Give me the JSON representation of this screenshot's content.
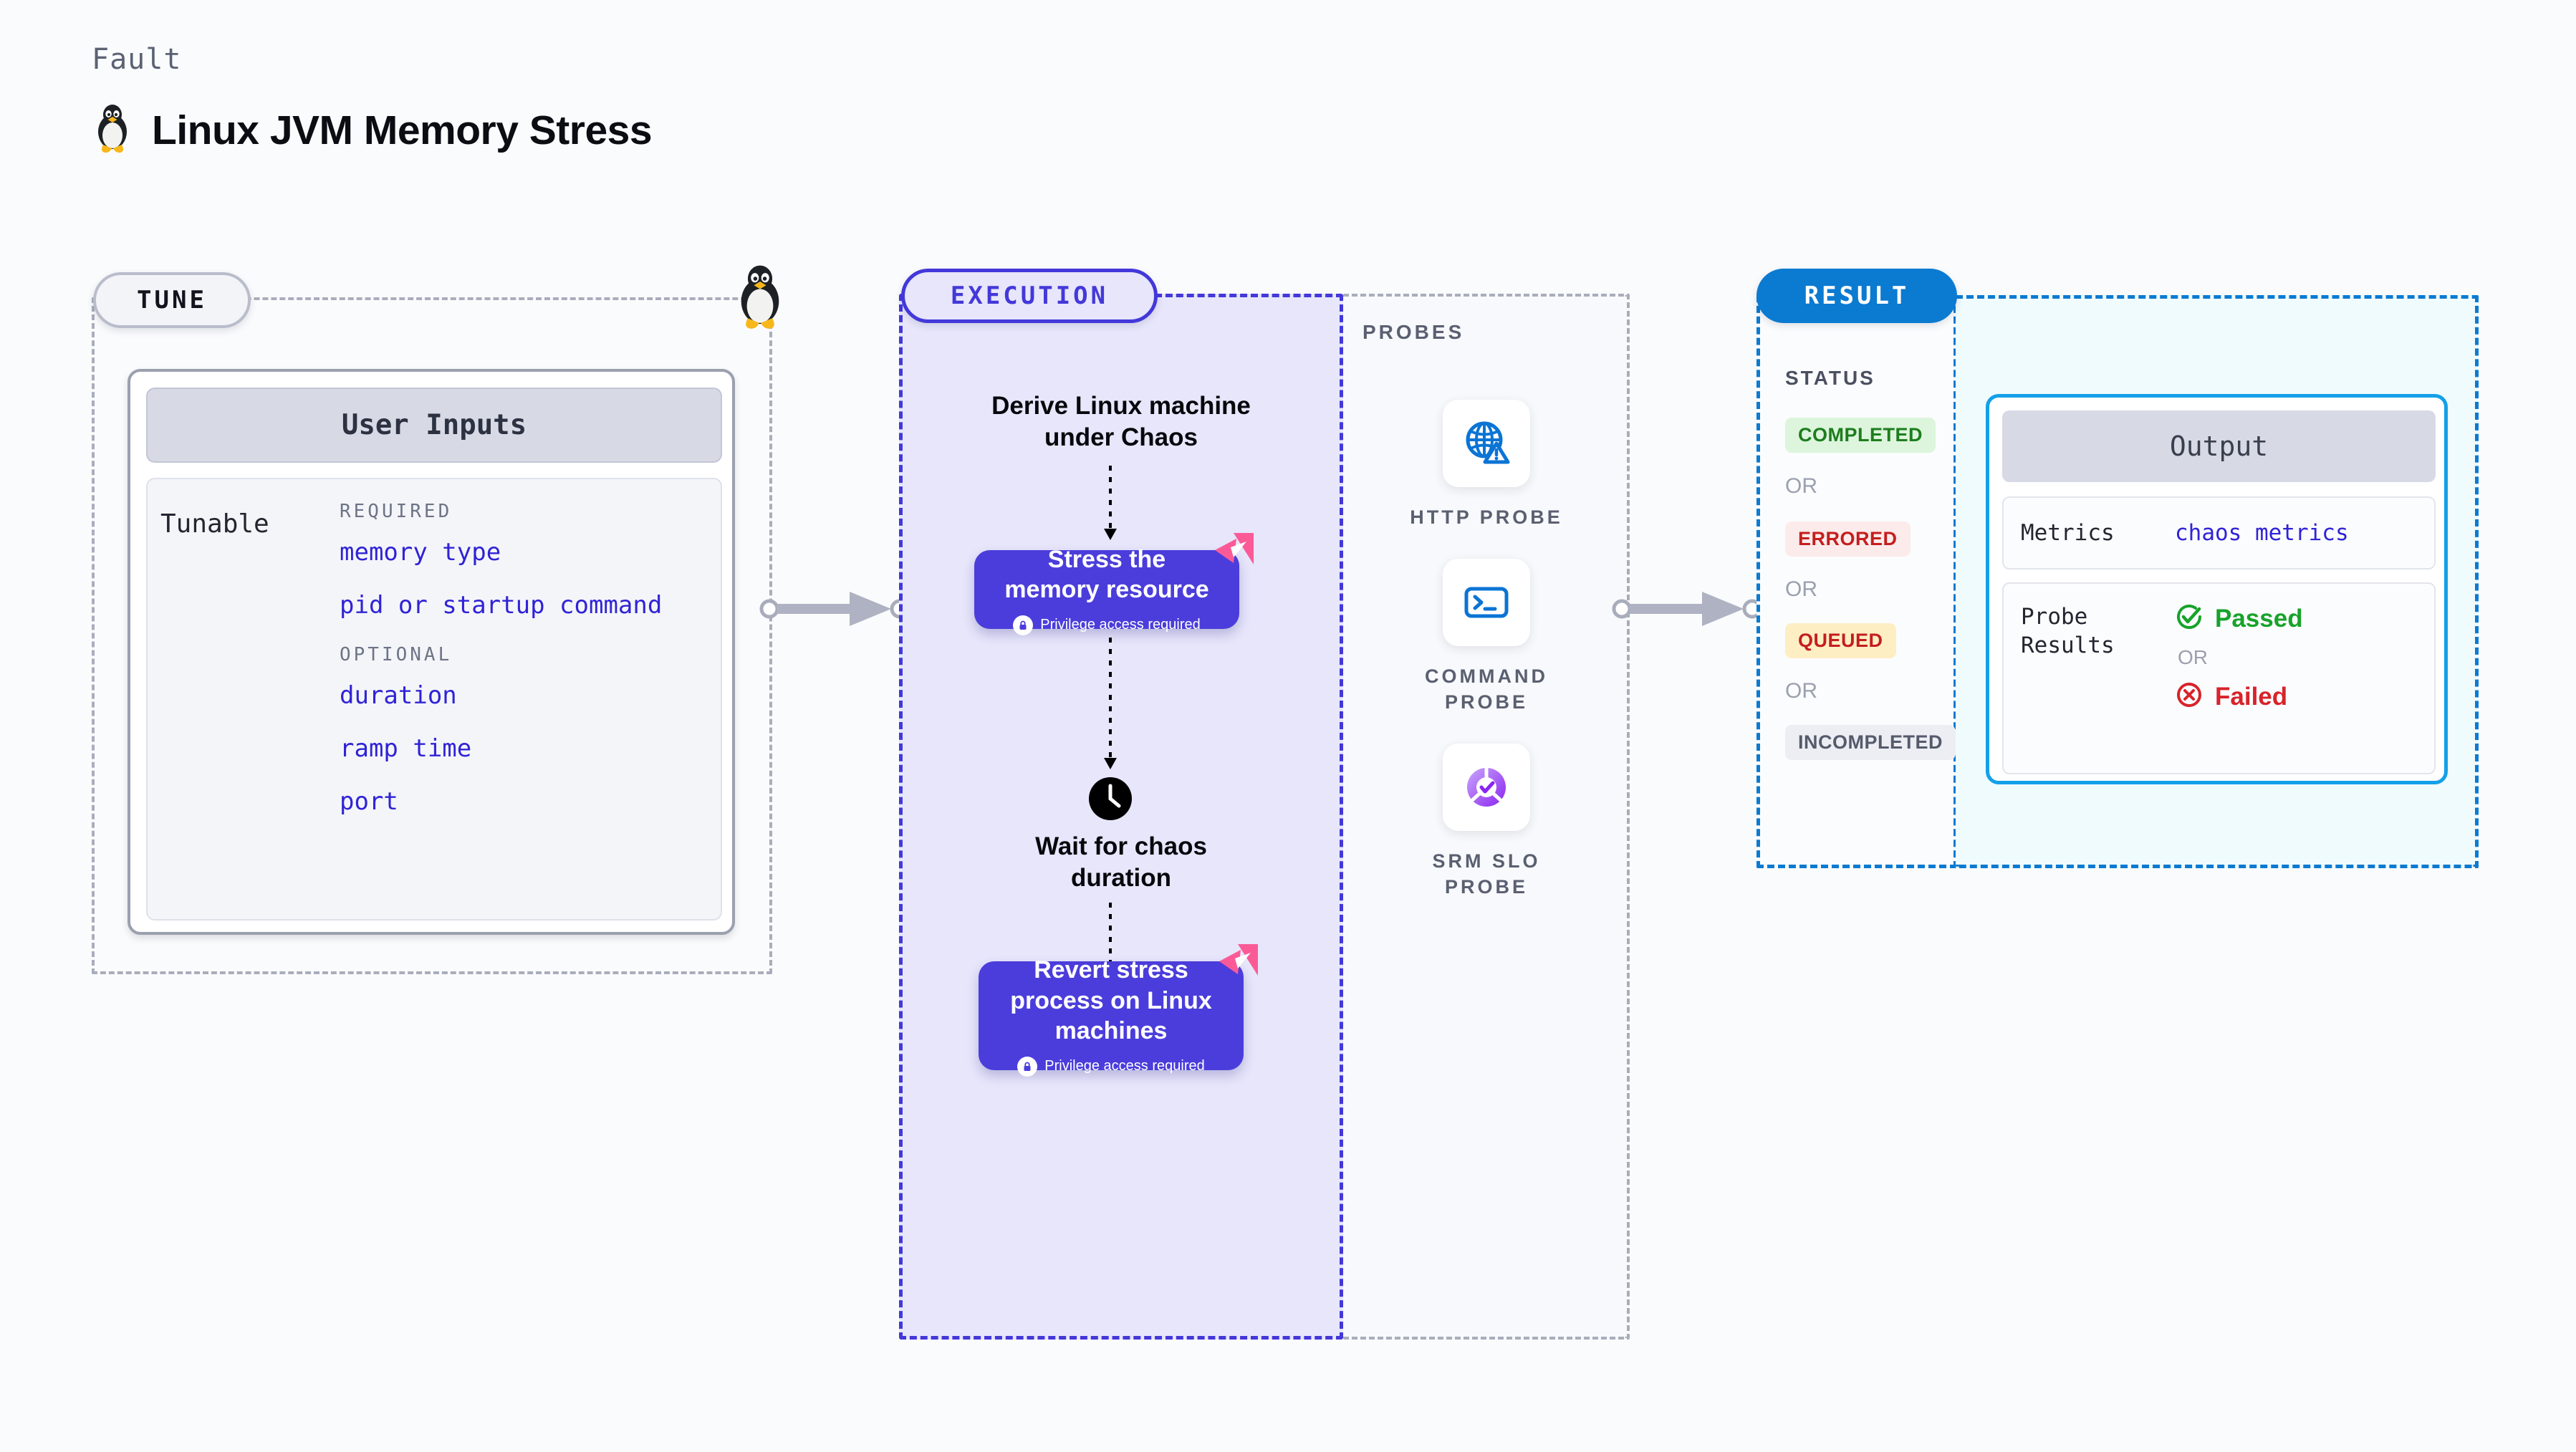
{
  "header": {
    "fault_label": "Fault",
    "title": "Linux JVM Memory Stress",
    "icon": "tux-penguin-icon"
  },
  "tune": {
    "pill_label": "TUNE",
    "border_icon": "tux-penguin-icon",
    "card_title": "User Inputs",
    "tunable_label": "Tunable",
    "groups": [
      {
        "label": "REQUIRED",
        "items": [
          "memory type",
          "pid or startup command"
        ]
      },
      {
        "label": "OPTIONAL",
        "items": [
          "duration",
          "ramp time",
          "port"
        ]
      }
    ]
  },
  "execution": {
    "pill_label": "EXECUTION",
    "step1_text": "Derive Linux machine\nunder Chaos",
    "node1_title": "Stress the\nmemory resource",
    "node1_privilege": "Privilege access required",
    "wait_text": "Wait for chaos\nduration",
    "wait_icon": "clock-icon",
    "node2_title": "Revert stress\nprocess on Linux\nmachines",
    "node2_privilege": "Privilege access required",
    "badge_icon": "chaos-badge-icon",
    "lock_icon": "lock-icon"
  },
  "probes": {
    "section_label": "PROBES",
    "items": [
      {
        "name": "HTTP PROBE",
        "icon": "globe-warning-icon"
      },
      {
        "name": "COMMAND PROBE",
        "icon": "terminal-icon"
      },
      {
        "name": "SRM SLO PROBE",
        "icon": "slo-donut-check-icon"
      }
    ]
  },
  "result": {
    "pill_label": "RESULT",
    "status_label": "STATUS",
    "or_label": "OR",
    "statuses": [
      {
        "label": "COMPLETED",
        "color": "#1e7d1e",
        "bg": "#dcf5dc"
      },
      {
        "label": "ERRORED",
        "color": "#c41e1e",
        "bg": "#fcebeb"
      },
      {
        "label": "QUEUED",
        "color": "#c41e1e",
        "bg": "#fdeec4"
      },
      {
        "label": "INCOMPLETED",
        "color": "#555b6b",
        "bg": "#eceef3"
      }
    ],
    "output": {
      "title": "Output",
      "metrics_key": "Metrics",
      "metrics_value": "chaos metrics",
      "probe_results_key": "Probe\nResults",
      "passed_label": "Passed",
      "failed_label": "Failed",
      "or_label": "OR",
      "passed_icon": "check-circle-icon",
      "failed_icon": "x-circle-icon"
    }
  },
  "colors": {
    "accent_indigo": "#4338d9",
    "node_purple": "#4b3ddb",
    "result_blue": "#0b7ad1",
    "output_border": "#14a0e8",
    "tunable_link": "#3023d6",
    "chaos_pink": "#fa5b96"
  }
}
